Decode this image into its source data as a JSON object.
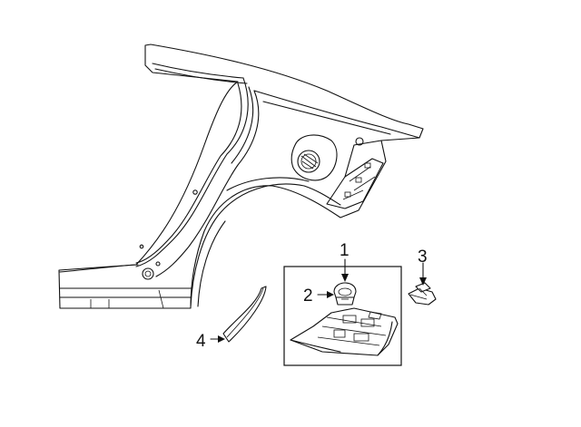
{
  "callouts": {
    "c1": "1",
    "c2": "2",
    "c3": "3",
    "c4": "4"
  },
  "parts": [
    {
      "ref": "quarter-panel",
      "icon": "quarter-panel-drawing"
    },
    {
      "ref": "1",
      "icon": "splash-shield-assembly-drawing"
    },
    {
      "ref": "2",
      "icon": "push-clip-fastener-drawing"
    },
    {
      "ref": "3",
      "icon": "retainer-clip-drawing"
    },
    {
      "ref": "4",
      "icon": "wheel-arch-molding-drawing"
    }
  ]
}
